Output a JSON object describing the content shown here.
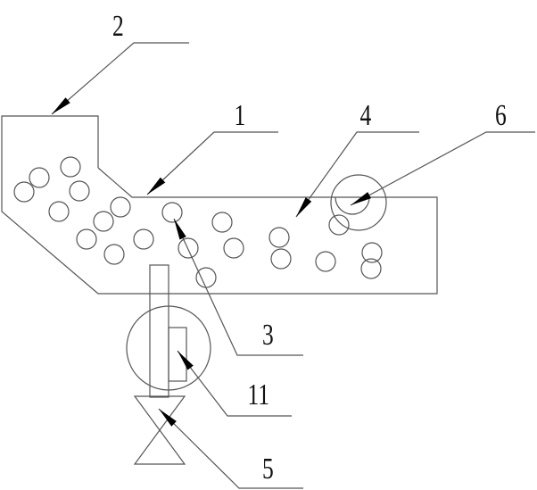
{
  "labels": {
    "l1": "1",
    "l2": "2",
    "l3": "3",
    "l4": "4",
    "l5": "5",
    "l6": "6",
    "l11": "11"
  },
  "colors": {
    "line": "#555555",
    "text": "#111111"
  }
}
